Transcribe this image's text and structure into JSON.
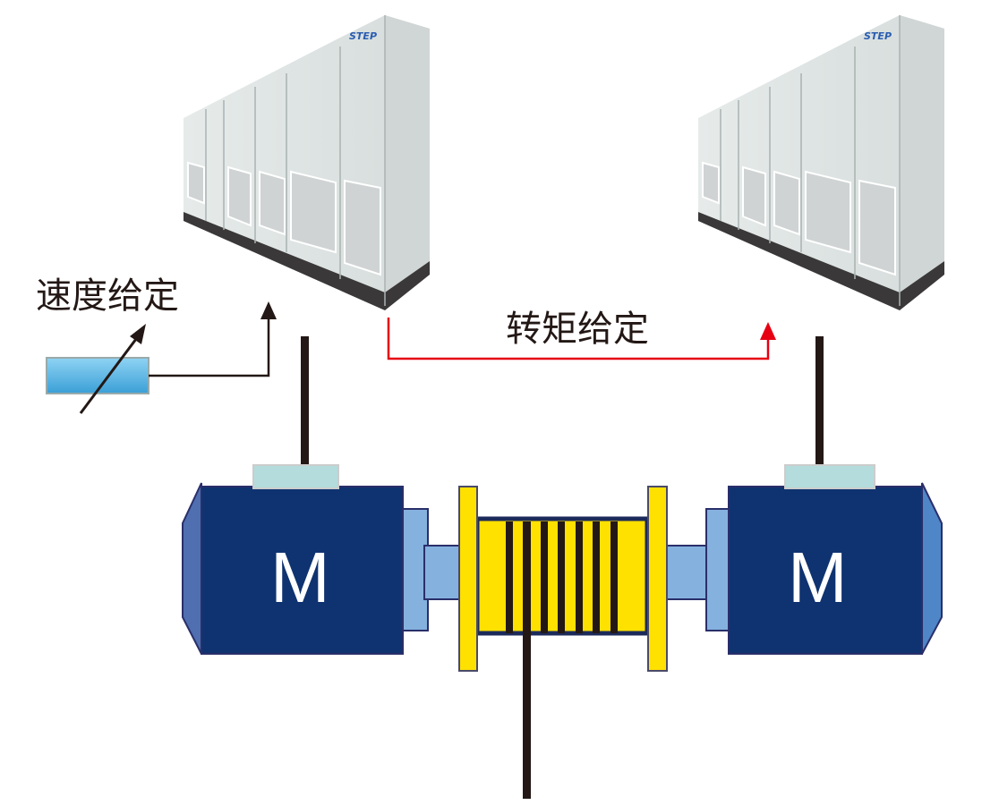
{
  "labels": {
    "speed_reference": "速度给定",
    "torque_reference": "转矩给定",
    "motor_left": "M",
    "motor_right": "M"
  },
  "logo": "STEP",
  "colors": {
    "motor": "#0f3370",
    "coupling": "#85b1de",
    "drum": "#ffe100",
    "rope": "#231815",
    "torque_signal": "#e60012",
    "speed_signal": "#231815",
    "potentiometer": "#5bb8e6"
  }
}
